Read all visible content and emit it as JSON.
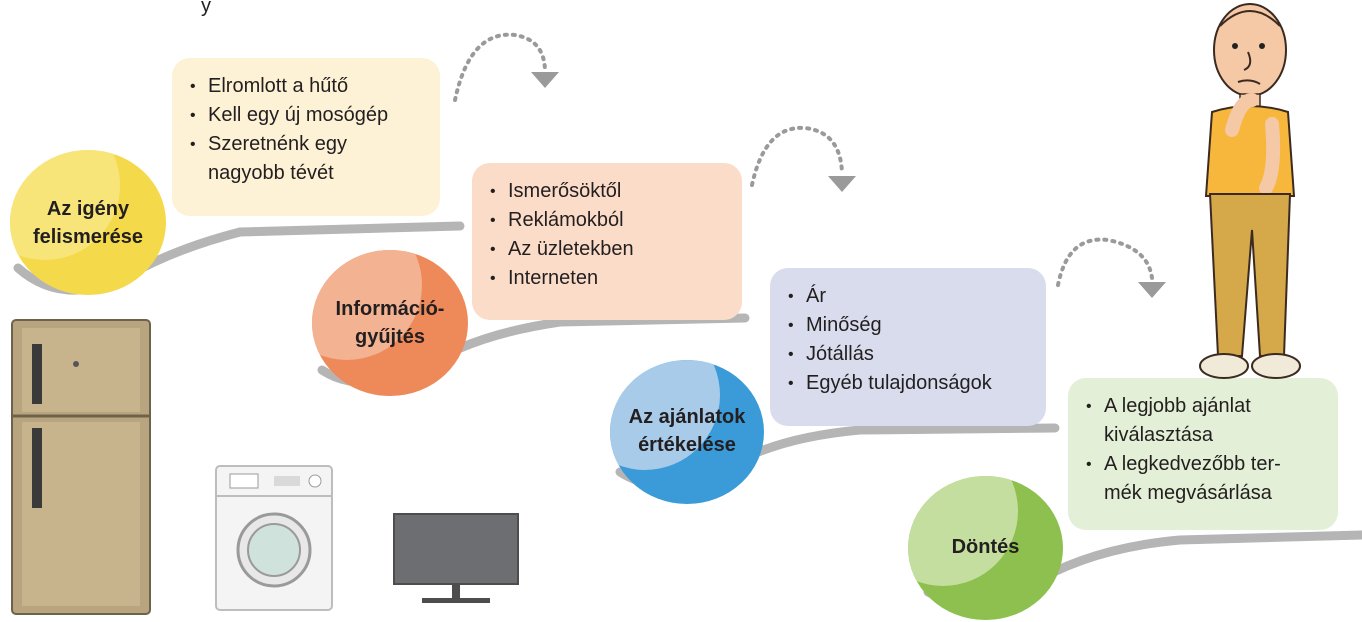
{
  "intro_fragment": "y",
  "steps": [
    {
      "title_line1": "Az igény",
      "title_line2": "felismerése",
      "items": [
        "Elromlott a hűtő",
        "Kell egy új mosógép",
        "Szeretnénk egy",
        "nagyobb tévét"
      ],
      "circle_color": "#f4d94a",
      "box_color": "#fdf1d6"
    },
    {
      "title_line1": "Információ-",
      "title_line2": "gyűjtés",
      "items": [
        "Ismerősöktől",
        "Reklámokból",
        "Az üzletekben",
        "Interneten"
      ],
      "circle_color": "#ee8a5a",
      "box_color": "#fbdcc9"
    },
    {
      "title_line1": "Az ajánlatok",
      "title_line2": "értékelése",
      "items": [
        "Ár",
        "Minőség",
        "Jótállás",
        "Egyéb tulajdonságok"
      ],
      "circle_color": "#3a9bd8",
      "box_color": "#d8dcec"
    },
    {
      "title_line1": "Döntés",
      "title_line2": "",
      "items": [
        "A legjobb ajánlat",
        "kiválasztása",
        "A legkedvezőbb ter-",
        "mék megvásárlása"
      ],
      "circle_color": "#8dc04e",
      "box_color": "#e3efd6"
    }
  ],
  "illustrations": [
    {
      "icon": "refrigerator-icon"
    },
    {
      "icon": "washing-machine-icon"
    },
    {
      "icon": "television-icon"
    },
    {
      "icon": "thinking-man-figure"
    }
  ]
}
